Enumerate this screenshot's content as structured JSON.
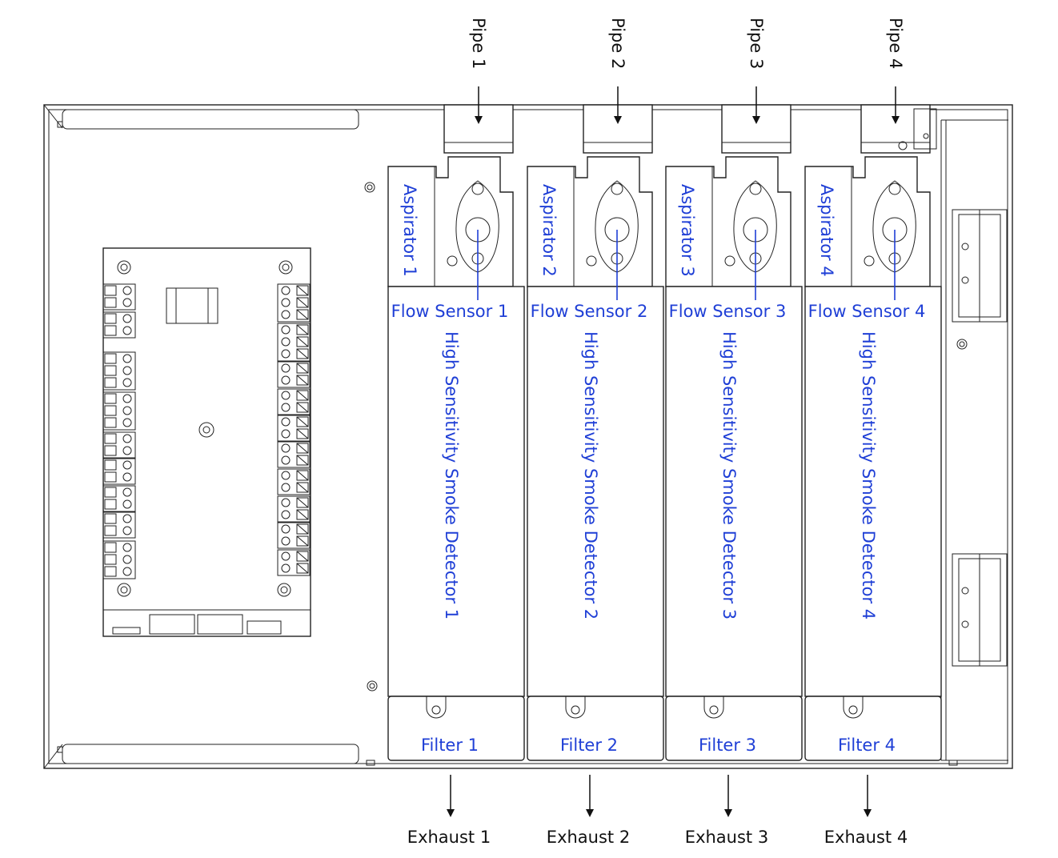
{
  "channels": [
    {
      "pipe": "Pipe 1",
      "aspirator": "Aspirator 1",
      "flow_sensor": "Flow Sensor 1",
      "detector": "High Sensitivity Smoke Detector 1",
      "filter": "Filter 1",
      "exhaust": "Exhaust 1"
    },
    {
      "pipe": "Pipe 2",
      "aspirator": "Aspirator 2",
      "flow_sensor": "Flow Sensor 2",
      "detector": "High Sensitivity Smoke Detector 2",
      "filter": "Filter 2",
      "exhaust": "Exhaust 2"
    },
    {
      "pipe": "Pipe 3",
      "aspirator": "Aspirator 3",
      "flow_sensor": "Flow Sensor 3",
      "detector": "High Sensitivity Smoke Detector 3",
      "filter": "Filter 3",
      "exhaust": "Exhaust 3"
    },
    {
      "pipe": "Pipe 4",
      "aspirator": "Aspirator 4",
      "flow_sensor": "Flow Sensor 4",
      "detector": "High Sensitivity Smoke Detector 4",
      "filter": "Filter 4",
      "exhaust": "Exhaust 4"
    }
  ],
  "colors": {
    "label": "#1f3fd6",
    "line": "#222222"
  }
}
